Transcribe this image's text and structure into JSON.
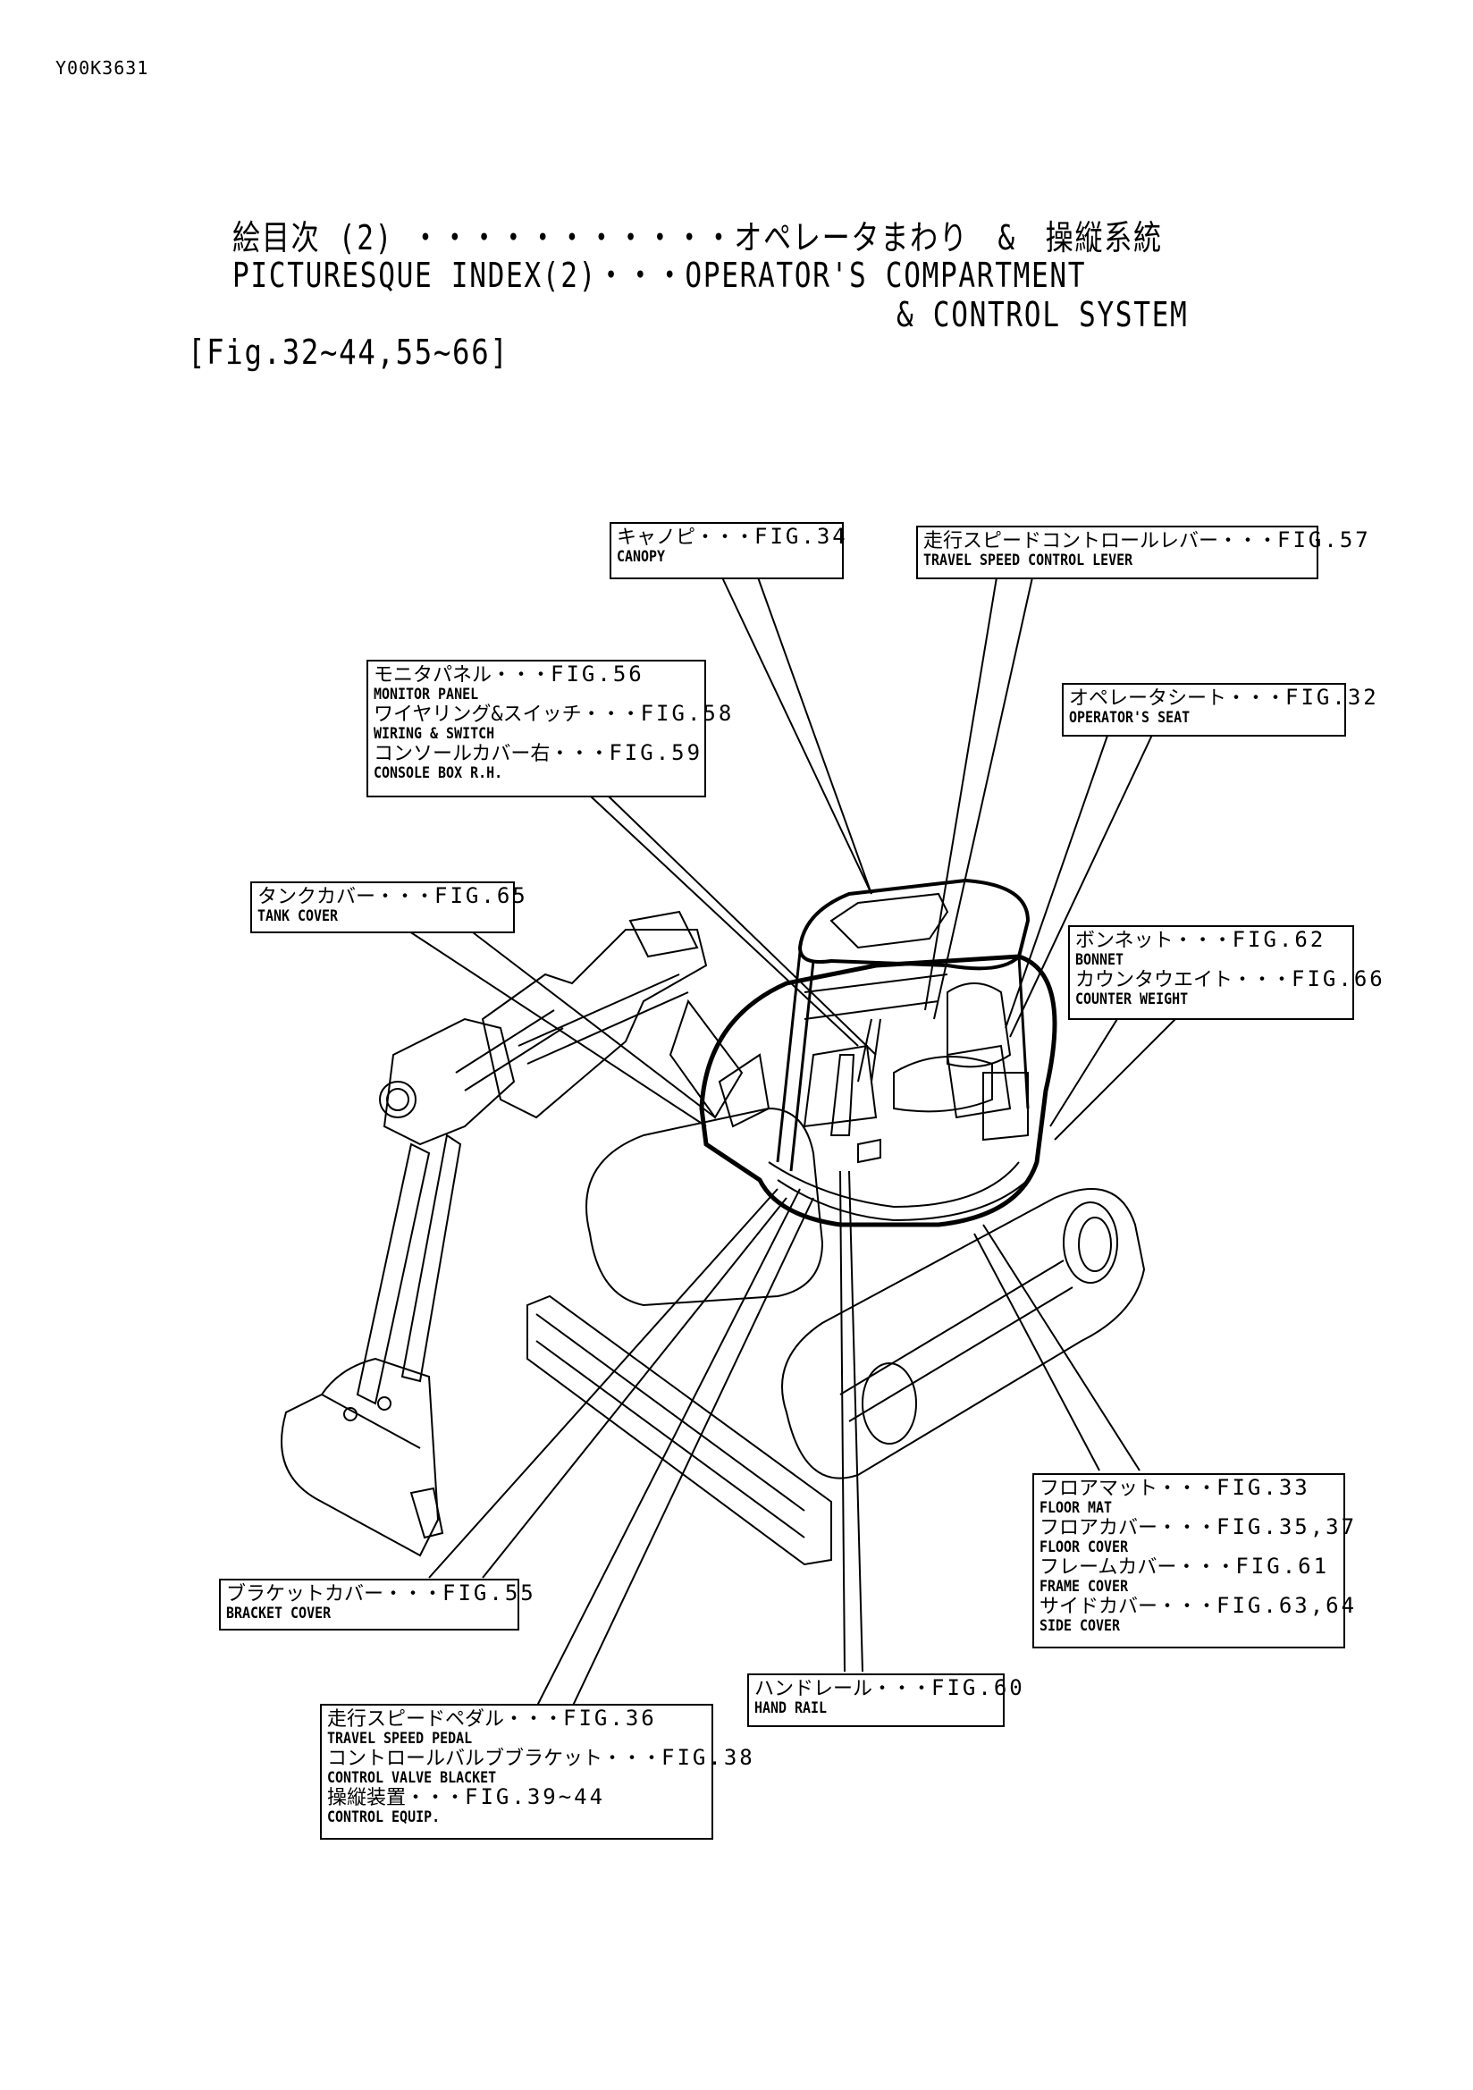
{
  "doc_id": "Y00K3631",
  "title": {
    "jp_line": "絵目次 (2) ・・・・・・・・・・・オペレータまわり　&　操縦系統",
    "en_line1": "PICTURESQUE INDEX(2)・・・OPERATOR'S COMPARTMENT",
    "en_line2": "& CONTROL SYSTEM",
    "fig_range": "[Fig.32~44,55~66]"
  },
  "callouts": [
    {
      "id": "canopy",
      "items": [
        {
          "jp": "キャノピ",
          "fig": "FIG.34",
          "en": "CANOPY"
        }
      ]
    },
    {
      "id": "travel-lever",
      "items": [
        {
          "jp": "走行スピードコントロールレバー",
          "fig": "FIG.57",
          "en": "TRAVEL SPEED CONTROL LEVER"
        }
      ]
    },
    {
      "id": "monitor",
      "items": [
        {
          "jp": "モニタパネル",
          "fig": "FIG.56",
          "en": "MONITOR PANEL"
        },
        {
          "jp": "ワイヤリング&スイッチ",
          "fig": "FIG.58",
          "en": "WIRING & SWITCH"
        },
        {
          "jp": "コンソールカバー右",
          "fig": "FIG.59",
          "en": "CONSOLE BOX R.H."
        }
      ]
    },
    {
      "id": "seat",
      "items": [
        {
          "jp": "オペレータシート",
          "fig": "FIG.32",
          "en": "OPERATOR'S SEAT"
        }
      ]
    },
    {
      "id": "tank",
      "items": [
        {
          "jp": "タンクカバー",
          "fig": "FIG.65",
          "en": "TANK COVER"
        }
      ]
    },
    {
      "id": "bonnet",
      "items": [
        {
          "jp": "ボンネット",
          "fig": "FIG.62",
          "en": "BONNET"
        },
        {
          "jp": "カウンタウエイト",
          "fig": "FIG.66",
          "en": "COUNTER WEIGHT"
        }
      ]
    },
    {
      "id": "floor",
      "items": [
        {
          "jp": "フロアマット",
          "fig": "FIG.33",
          "en": "FLOOR MAT"
        },
        {
          "jp": "フロアカバー",
          "fig": "FIG.35,37",
          "en": "FLOOR COVER"
        },
        {
          "jp": "フレームカバー",
          "fig": "FIG.61",
          "en": "FRAME COVER"
        },
        {
          "jp": "サイドカバー",
          "fig": "FIG.63,64",
          "en": "SIDE COVER"
        }
      ]
    },
    {
      "id": "bracket",
      "items": [
        {
          "jp": "ブラケットカバー",
          "fig": "FIG.55",
          "en": "BRACKET COVER"
        }
      ]
    },
    {
      "id": "handrail",
      "items": [
        {
          "jp": "ハンドレール",
          "fig": "FIG.60",
          "en": "HAND RAIL"
        }
      ]
    },
    {
      "id": "pedal",
      "items": [
        {
          "jp": "走行スピードペダル",
          "fig": "FIG.36",
          "en": "TRAVEL SPEED PEDAL"
        },
        {
          "jp": "コントロールバルブブラケット",
          "fig": "FIG.38",
          "en": "CONTROL VALVE BLACKET"
        },
        {
          "jp": "操縦装置",
          "fig": "FIG.39~44",
          "en": "CONTROL EQUIP."
        }
      ]
    }
  ],
  "dots": "・・・"
}
